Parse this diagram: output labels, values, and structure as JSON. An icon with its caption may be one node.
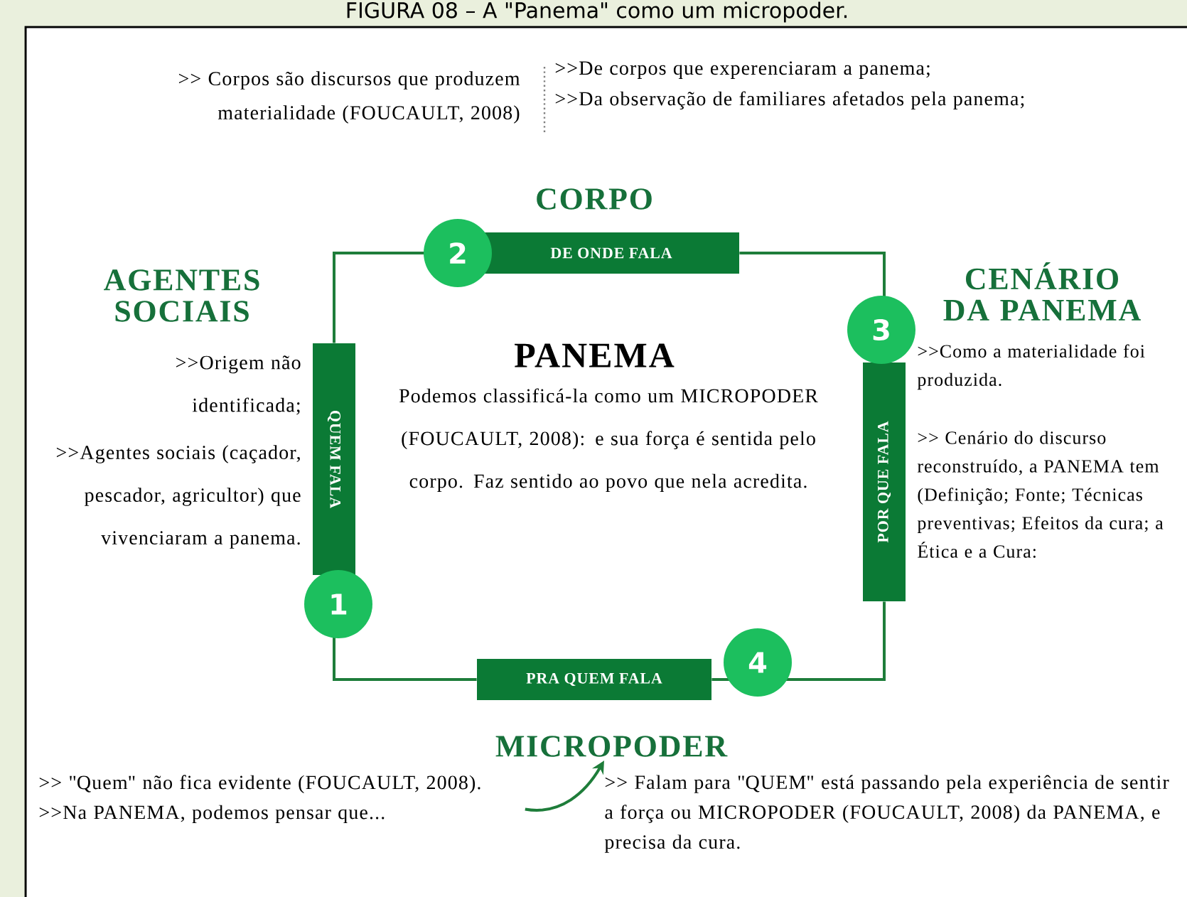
{
  "diagram": {
    "title": "FIGURA 08 – A \"Panema\" como um micropoder.",
    "nodes": [
      {
        "text": [
          "QUEM FALA"
        ],
        "beside": [
          "1"
        ]
      },
      {
        "text": [
          "DE ONDE FALA"
        ],
        "beside": [
          "2"
        ]
      },
      {
        "text": [
          "POR QUE FALA"
        ],
        "beside": [
          "3"
        ]
      },
      {
        "text": [
          "PRA QUEM FALA"
        ],
        "beside": [
          "4"
        ]
      },
      {
        "text": [
          ">> \"Quem\" não fica evidente (FOUCAULT, 2008).",
          ">>Na PANEMA, podemos pensar que..."
        ]
      },
      {
        "text": [
          ">> Falam para \"QUEM\" está passando pela experiência de sentir a força ou MICROPODER (FOUCAULT, 2008) da PANEMA, e precisa da cura."
        ]
      }
    ],
    "edges": [
      {
        "from": 0,
        "to": 1,
        "arrow": "none"
      },
      {
        "from": 1,
        "to": 2,
        "arrow": "none"
      },
      {
        "from": 2,
        "to": 3,
        "arrow": "none"
      },
      {
        "from": 3,
        "to": 0,
        "arrow": "none"
      },
      {
        "from": 4,
        "to": 5,
        "arrow": "to"
      }
    ],
    "labels": [
      ">> Corpos são discursos que produzem materialidade (FOUCAULT, 2008)",
      ">>De corpos que experenciaram a panema;",
      ">>Da observação de familiares afetados pela panema;",
      "CORPO",
      "AGENTES SOCIAIS",
      ">>Origem não identificada;",
      ">>Agentes sociais (caçador, pescador, agricultor) que vivenciaram a panema.",
      "PANEMA",
      "Podemos classificá-la como um MICROPODER (FOUCAULT, 2008): e sua força é sentida pelo corpo. Faz sentido ao povo que nela acredita.",
      "CENÁRIO DA PANEMA",
      ">>Como a materialidade foi produzida.",
      ">> Cenário do discurso reconstruído, a PANEMA tem (Definição; Fonte; Técnicas preventivas; Efeitos da cura; a Ética e a Cura:",
      "MICROPODER"
    ]
  }
}
